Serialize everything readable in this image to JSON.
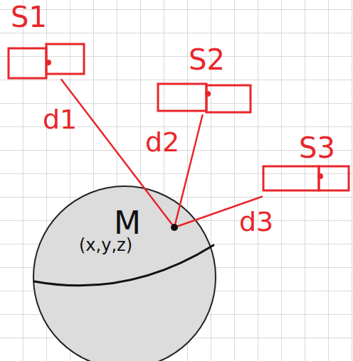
{
  "diagram": {
    "nodes": [
      {
        "text": [
          "S1"
        ]
      },
      {
        "text": [
          "S2"
        ]
      },
      {
        "text": [
          "S3"
        ]
      },
      {
        "text": [
          "M",
          "(x,y,z)"
        ]
      }
    ],
    "edges": [
      {
        "from": 0,
        "to": 3,
        "label": "d1",
        "arrow": "none"
      },
      {
        "from": 1,
        "to": 3,
        "label": "d2",
        "arrow": "none"
      },
      {
        "from": 2,
        "to": 3,
        "label": "d3",
        "arrow": "none"
      }
    ]
  }
}
